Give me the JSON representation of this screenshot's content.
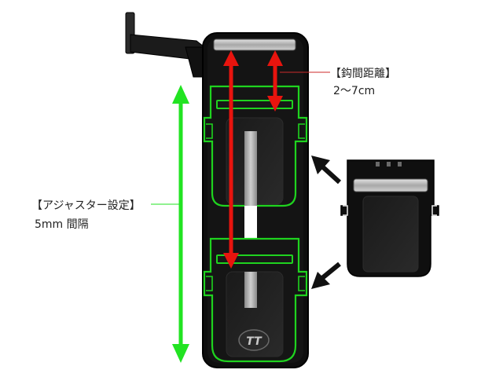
{
  "annotations": {
    "hook_distance": {
      "title": "【鈎間距離】",
      "value": "2〜7cm"
    },
    "adjuster": {
      "title": "【アジャスター設定】",
      "value": "5mm 間隔"
    }
  },
  "colors": {
    "green_outline": "#1fd31f",
    "green_arrow": "#22e322",
    "red_arrow": "#e8140e",
    "red_leader": "#cc2a2a",
    "device_body": "#101010",
    "hook_bar": "#b9b9b9",
    "pointer_arrow": "#111111"
  },
  "logo": {
    "text": "TT"
  }
}
